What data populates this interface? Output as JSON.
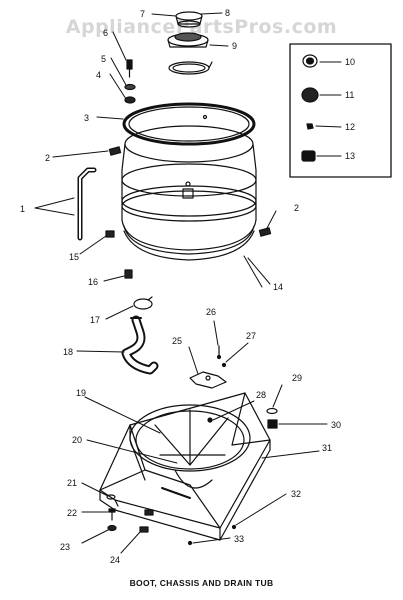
{
  "watermark": "AppliancePartsPros.com",
  "caption": "BOOT, CHASSIS AND DRAIN TUB",
  "callouts": [
    "1",
    "2",
    "2",
    "3",
    "4",
    "5",
    "6",
    "7",
    "8",
    "9",
    "10",
    "11",
    "12",
    "13",
    "14",
    "15",
    "16",
    "17",
    "18",
    "19",
    "20",
    "21",
    "22",
    "23",
    "24",
    "25",
    "26",
    "27",
    "28",
    "29",
    "30",
    "31",
    "32",
    "33"
  ],
  "inset_callouts": [
    "10",
    "11",
    "12",
    "13"
  ]
}
